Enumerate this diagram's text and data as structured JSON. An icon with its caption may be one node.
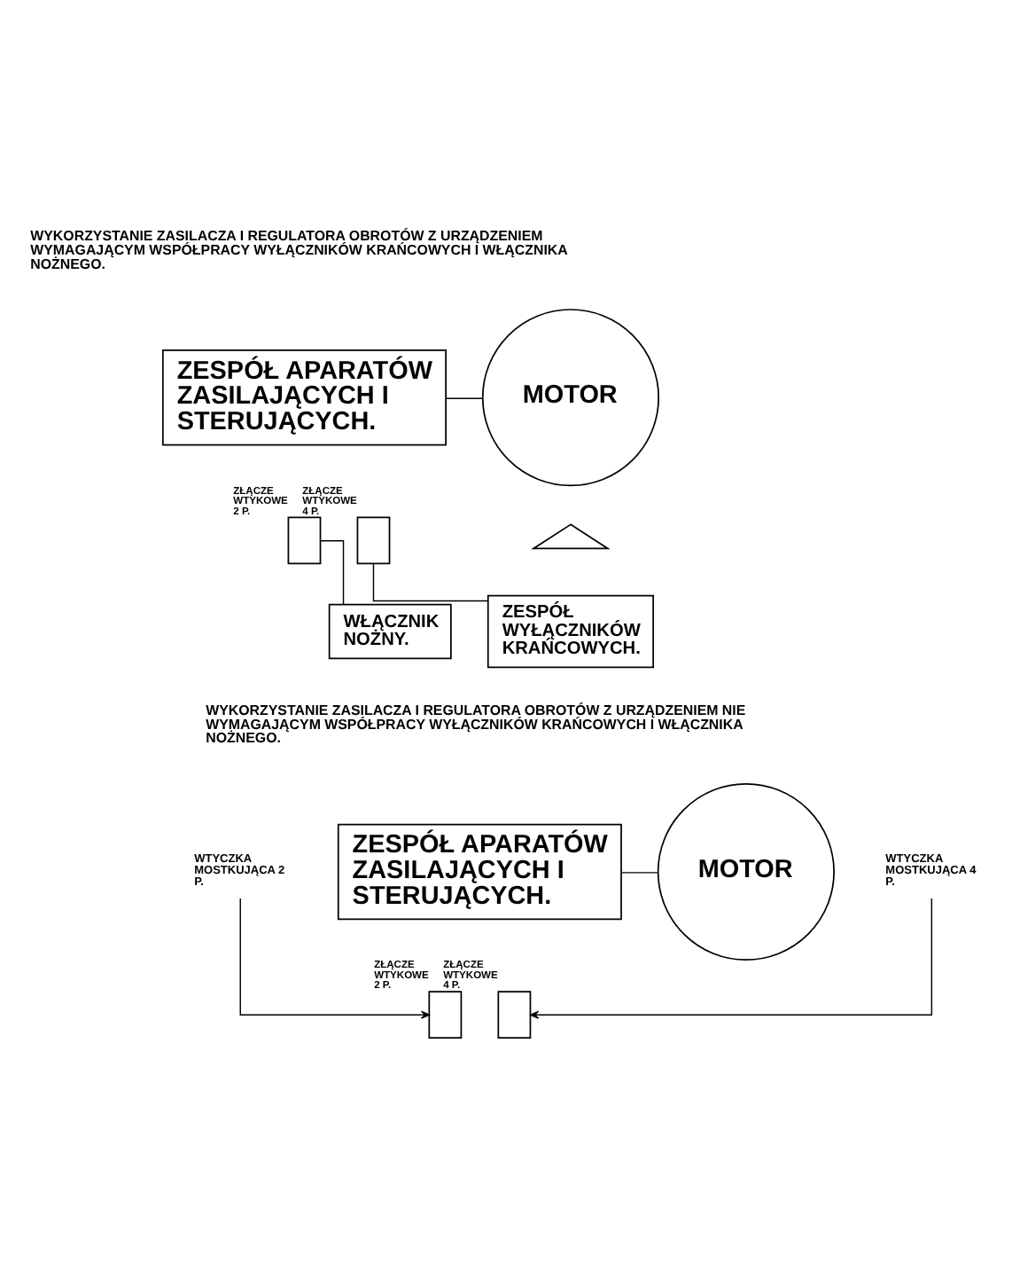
{
  "diagram": {
    "nodes": [
      {
        "text": [
          "ZESPÓŁ APARATÓW ZASILAJĄCYCH I STERUJĄCYCH."
        ]
      },
      {
        "text": [
          "MOTOR"
        ]
      },
      {
        "text": [],
        "shape": "triangle"
      },
      {
        "text": [],
        "shape": "box",
        "beside": [
          "ZŁĄCZE WTYKOWE 2 P."
        ]
      },
      {
        "text": [],
        "shape": "box",
        "beside": [
          "ZŁĄCZE WTYKOWE 4 P."
        ]
      },
      {
        "text": [
          "WŁĄCZNIK NOŻNY."
        ]
      },
      {
        "text": [
          "ZESPÓŁ WYŁĄCZNIKÓW KRAŃCOWYCH."
        ]
      },
      {
        "text": [
          "ZESPÓŁ APARATÓW ZASILAJĄCYCH I STERUJĄCYCH."
        ]
      },
      {
        "text": [
          "MOTOR"
        ]
      },
      {
        "text": [],
        "shape": "box",
        "beside": [
          "ZŁĄCZE WTYKOWE 2 P."
        ]
      },
      {
        "text": [],
        "shape": "box",
        "beside": [
          "ZŁĄCZE WTYKOWE 4 P."
        ]
      },
      {
        "text": [
          "WTYCZKA MOSTKUJĄCA 2 P."
        ]
      },
      {
        "text": [
          "WTYCZKA MOSTKUJĄCA 4 P."
        ]
      }
    ],
    "edges": [
      {
        "from": 0,
        "to": 1,
        "arrow": "none"
      },
      {
        "from": 3,
        "to": 5,
        "arrow": "none"
      },
      {
        "from": 4,
        "to": 6,
        "arrow": "none"
      },
      {
        "from": 7,
        "to": 8,
        "arrow": "none"
      },
      {
        "from": 11,
        "to": 9,
        "arrow": "to"
      },
      {
        "from": 12,
        "to": 10,
        "arrow": "to"
      }
    ],
    "labels": [
      "WYKORZYSTANIE ZASILACZA I REGULATORA OBROTÓW Z URZĄDZENIEM WYMAGAJĄCYM WSPÓŁPRACY WYŁĄCZNIKÓW KRAŃCOWYCH I WŁĄCZNIKA NOŻNEGO.",
      "WYKORZYSTANIE ZASILACZA I REGULATORA OBROTÓW Z URZĄDZENIEM NIE WYMAGAJĄCYM WSPÓŁPRACY WYŁĄCZNIKÓW KRAŃCOWYCH I WŁĄCZNIKA NOŻNEGO."
    ]
  }
}
